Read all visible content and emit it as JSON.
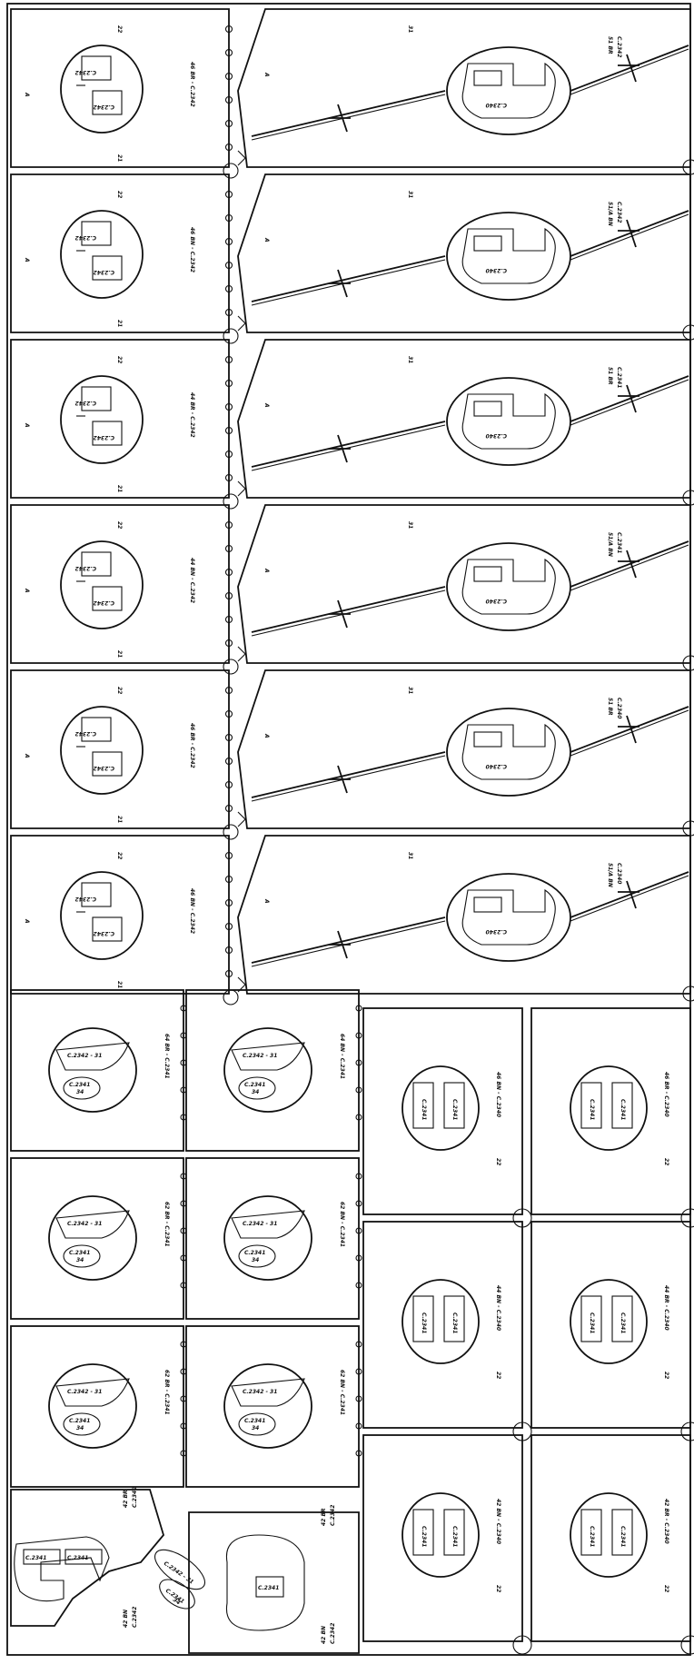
{
  "sheet": {
    "left_panels": [
      {
        "label": "46 BR - C.2342",
        "code_a": "C.2342",
        "code_b": "C.2342",
        "corner": "22",
        "side": "21"
      },
      {
        "label": "46 BN - C.2342",
        "code_a": "C.2342",
        "code_b": "C.2342",
        "corner": "22",
        "side": "21"
      },
      {
        "label": "44 BR - C.2342",
        "code_a": "C.2342",
        "code_b": "C.2342",
        "corner": "22",
        "side": "21"
      },
      {
        "label": "44 BN - C.2342",
        "code_a": "C.2342",
        "code_b": "C.2342",
        "corner": "22",
        "side": "21"
      },
      {
        "label": "46 BR - C.2342",
        "code_a": "C.2342",
        "code_b": "C.2342",
        "corner": "22",
        "side": "21"
      },
      {
        "label": "46 BN - C.2342",
        "code_a": "C.2342",
        "code_b": "C.2342",
        "corner": "22",
        "side": "21"
      }
    ],
    "right_panels": [
      {
        "label_top": "51 BR",
        "label_code": "C.2342",
        "hub_code": "C.2340",
        "corner": "31"
      },
      {
        "label_top": "51/A BN",
        "label_code": "C.2342",
        "hub_code": "C.2340",
        "corner": "31"
      },
      {
        "label_top": "51 BR",
        "label_code": "C.2341",
        "hub_code": "C.2340",
        "corner": "31"
      },
      {
        "label_top": "51/A BN",
        "label_code": "C.2341",
        "hub_code": "C.2340",
        "corner": "31"
      },
      {
        "label_top": "51 BR",
        "label_code": "C.2340",
        "hub_code": "C.2340",
        "corner": "31"
      },
      {
        "label_top": "51/A BN",
        "label_code": "C.2340",
        "hub_code": "C.2340",
        "corner": "31"
      }
    ],
    "lower_left_panels": [
      {
        "label": "64 BR - C.2341",
        "code_a": "C.2342 - 31",
        "code_b": "C.2341",
        "code_c": "34"
      },
      {
        "label": "64 BN - C.2341",
        "code_a": "C.2342 - 31",
        "code_b": "C.2341",
        "code_c": "34"
      },
      {
        "label": "62 BR - C.2341",
        "code_a": "C.2342 - 31",
        "code_b": "C.2341",
        "code_c": "34"
      },
      {
        "label": "62 BN - C.2341",
        "code_a": "C.2342 - 31",
        "code_b": "C.2341",
        "code_c": "34"
      },
      {
        "label": "62 BR - C.2341",
        "code_a": "C.2342 - 31",
        "code_b": "C.2341",
        "code_c": "34"
      },
      {
        "label": "62 BN - C.2341",
        "code_a": "C.2342 - 31",
        "code_b": "C.2341",
        "code_c": "34"
      }
    ],
    "lower_right_panels": [
      {
        "label": "46 BN - C.2340",
        "code_a": "C.2341",
        "code_b": "C.2341",
        "side": "22"
      },
      {
        "label": "46 BR - C.2340",
        "code_a": "C.2341",
        "code_b": "C.2341",
        "side": "22"
      },
      {
        "label": "44 BN - C.2340",
        "code_a": "C.2341",
        "code_b": "C.2341",
        "side": "22"
      },
      {
        "label": "44 BR - C.2340",
        "code_a": "C.2341",
        "code_b": "C.2341",
        "side": "22"
      },
      {
        "label": "42 BN - C.2340",
        "code_a": "C.2341",
        "code_b": "C.2341",
        "side": "22"
      },
      {
        "label": "42 BR - C.2340",
        "code_a": "C.2341",
        "code_b": "C.2341",
        "side": "22"
      }
    ],
    "bottom_parts": {
      "left_code_a": "C.2341",
      "left_code_b": "C.2341",
      "left_label_1": "42 BR",
      "left_label_1_code": "C.2342",
      "left_label_2": "42 BN",
      "left_label_2_code": "C.2342",
      "mid_code_a": "C.2342 - 31",
      "mid_code_b": "C.2341",
      "mid_code_c": "34",
      "right_code": "C.2341",
      "right_label_1": "42 BR",
      "right_label_1_code": "C.2342",
      "right_label_2": "42 BN",
      "right_label_2_code": "C.2342"
    }
  }
}
